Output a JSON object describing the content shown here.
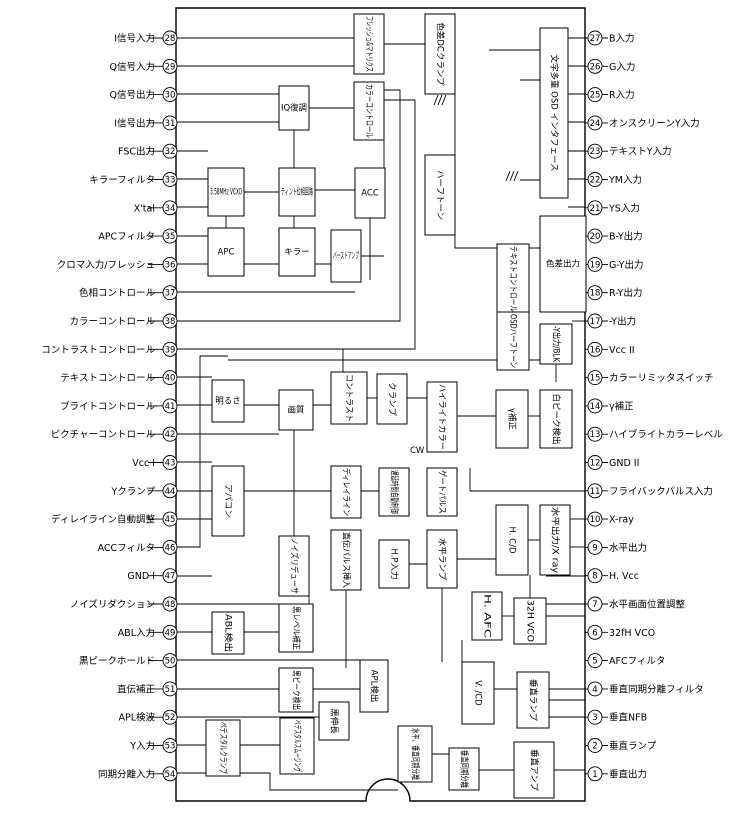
{
  "left_pins": [
    {
      "n": "28",
      "label": "I信号入力"
    },
    {
      "n": "29",
      "label": "Q信号入力"
    },
    {
      "n": "30",
      "label": "Q信号出力"
    },
    {
      "n": "31",
      "label": "I信号出力"
    },
    {
      "n": "32",
      "label": "FSC出力"
    },
    {
      "n": "33",
      "label": "キラーフィルタ"
    },
    {
      "n": "34",
      "label": "X'tal"
    },
    {
      "n": "35",
      "label": "APCフィルタ"
    },
    {
      "n": "36",
      "label": "クロマ入力/フレッシュ"
    },
    {
      "n": "37",
      "label": "色相コントロール"
    },
    {
      "n": "38",
      "label": "カラーコントロール"
    },
    {
      "n": "39",
      "label": "コントラストコントロール"
    },
    {
      "n": "40",
      "label": "テキストコントロール"
    },
    {
      "n": "41",
      "label": "ブライトコントロール"
    },
    {
      "n": "42",
      "label": "ピクチャーコントロール"
    },
    {
      "n": "43",
      "label": "Vcc I"
    },
    {
      "n": "44",
      "label": "Yクランプ"
    },
    {
      "n": "45",
      "label": "ディレイライン自動調整"
    },
    {
      "n": "46",
      "label": "ACCフィルタ"
    },
    {
      "n": "47",
      "label": "GND I"
    },
    {
      "n": "48",
      "label": "ノイズリダクション"
    },
    {
      "n": "49",
      "label": "ABL入力"
    },
    {
      "n": "50",
      "label": "黒ピークホールド"
    },
    {
      "n": "51",
      "label": "直伝補正"
    },
    {
      "n": "52",
      "label": "APL検波"
    },
    {
      "n": "53",
      "label": "Y入力"
    },
    {
      "n": "54",
      "label": "同期分離入力"
    }
  ],
  "right_pins": [
    {
      "n": "27",
      "label": "B入力"
    },
    {
      "n": "26",
      "label": "G入力"
    },
    {
      "n": "25",
      "label": "R入力"
    },
    {
      "n": "24",
      "label": "オンスクリーンY入力"
    },
    {
      "n": "23",
      "label": "テキストY入力"
    },
    {
      "n": "22",
      "label": "YM入力"
    },
    {
      "n": "21",
      "label": "YS入力"
    },
    {
      "n": "20",
      "label": "B-Y出力"
    },
    {
      "n": "19",
      "label": "G-Y出力"
    },
    {
      "n": "18",
      "label": "R-Y出力"
    },
    {
      "n": "17",
      "label": "-Y出力"
    },
    {
      "n": "16",
      "label": "Vcc II"
    },
    {
      "n": "15",
      "label": "カラーリミッタスイッチ"
    },
    {
      "n": "14",
      "label": "γ補正"
    },
    {
      "n": "13",
      "label": "ハイブライトカラーレベル"
    },
    {
      "n": "12",
      "label": "GND II"
    },
    {
      "n": "11",
      "label": "フライバックパルス入力"
    },
    {
      "n": "10",
      "label": "X-ray"
    },
    {
      "n": "9",
      "label": "水平出力"
    },
    {
      "n": "8",
      "label": "H. Vcc"
    },
    {
      "n": "7",
      "label": "水平画面位置調整"
    },
    {
      "n": "6",
      "label": "32fH VCO"
    },
    {
      "n": "5",
      "label": "AFCフィルタ"
    },
    {
      "n": "4",
      "label": "垂直同期分離フィルタ"
    },
    {
      "n": "3",
      "label": "垂直NFB"
    },
    {
      "n": "2",
      "label": "垂直ランプ"
    },
    {
      "n": "1",
      "label": "垂直出力"
    }
  ],
  "blocks": [
    {
      "id": "fresh-matrix",
      "t": "フレッシュ&マトリクス",
      "v": true
    },
    {
      "id": "hue-dc-clamp",
      "t": "色差DCクランプ",
      "v": true
    },
    {
      "id": "osd-interface",
      "t": "文字多重 OSD インタフェース",
      "v": true
    },
    {
      "id": "iq-demod",
      "t": "IQ復調",
      "v": false
    },
    {
      "id": "color-control",
      "t": "カラーコントロール",
      "v": true
    },
    {
      "id": "half-tone",
      "t": "ハーフトーン",
      "v": true
    },
    {
      "id": "vcxo",
      "t": "3.58MHz VCXO",
      "v": false
    },
    {
      "id": "tint-phase",
      "t": "ティント位相回路",
      "v": false
    },
    {
      "id": "acc",
      "t": "ACC",
      "v": false
    },
    {
      "id": "apc",
      "t": "APC",
      "v": false
    },
    {
      "id": "killer",
      "t": "キラー",
      "v": false
    },
    {
      "id": "burst-amp",
      "t": "バーストアンプ",
      "v": false
    },
    {
      "id": "text-control",
      "t": "テキストコントロール",
      "v": true
    },
    {
      "id": "hue-diff-out",
      "t": "色差出力",
      "v": false
    },
    {
      "id": "osd-halftone",
      "t": "OSDハーフトーン",
      "v": true
    },
    {
      "id": "y-out-blk",
      "t": "-Y出力/BLK",
      "v": true
    },
    {
      "id": "brightness",
      "t": "明るさ",
      "v": false
    },
    {
      "id": "picture-quality",
      "t": "画質",
      "v": false
    },
    {
      "id": "contrast",
      "t": "コントラスト",
      "v": true
    },
    {
      "id": "clamp",
      "t": "クランプ",
      "v": true
    },
    {
      "id": "highlight-color",
      "t": "ハイライトカラー",
      "v": true
    },
    {
      "id": "gamma",
      "t": "γ補正",
      "v": true
    },
    {
      "id": "white-peak",
      "t": "白ピーク検出",
      "v": true
    },
    {
      "id": "aperture",
      "t": "アパコン",
      "v": true
    },
    {
      "id": "delay-line",
      "t": "ディレイライン",
      "v": true
    },
    {
      "id": "delay-auto",
      "t": "遅延時間自動制御",
      "v": true
    },
    {
      "id": "gate-pulse",
      "t": "ゲートパルス",
      "v": true
    },
    {
      "id": "noise-reducer",
      "t": "ノイズリデューサ",
      "v": true
    },
    {
      "id": "dc-pulse-insert",
      "t": "直伝パルス挿入",
      "v": true
    },
    {
      "id": "hp-input",
      "t": "H.P入力",
      "v": true
    },
    {
      "id": "h-ramp",
      "t": "水平ランプ",
      "v": true
    },
    {
      "id": "h-cd",
      "t": "H. C/D",
      "v": true
    },
    {
      "id": "h-out-xray",
      "t": "水平出力/X ray",
      "v": true
    },
    {
      "id": "abl-detect",
      "t": "ABL検出",
      "v": true
    },
    {
      "id": "black-level",
      "t": "黒レベル補正",
      "v": true
    },
    {
      "id": "h-afc",
      "t": "H. AFC",
      "v": true
    },
    {
      "id": "vco-32h",
      "t": "32H VCO",
      "v": true
    },
    {
      "id": "black-peak",
      "t": "黒ピーク検出",
      "v": true
    },
    {
      "id": "apl-detect",
      "t": "APL検出",
      "v": true
    },
    {
      "id": "v-cd",
      "t": "V. /CD",
      "v": true
    },
    {
      "id": "v-ramp",
      "t": "垂直ランプ",
      "v": true
    },
    {
      "id": "black-stretch",
      "t": "黒伸長",
      "v": true
    },
    {
      "id": "pedestal-clamp",
      "t": "ペデスタルクランプ",
      "v": true
    },
    {
      "id": "pedestal-smooth",
      "t": "ペデスタルスムージング",
      "v": true
    },
    {
      "id": "hv-sync-sep",
      "t": "水平、垂直同期分離",
      "v": true
    },
    {
      "id": "v-sync-sep",
      "t": "垂直同期分離",
      "v": true
    },
    {
      "id": "v-amp",
      "t": "垂直アンプ",
      "v": true
    }
  ],
  "cw_label": "CW"
}
